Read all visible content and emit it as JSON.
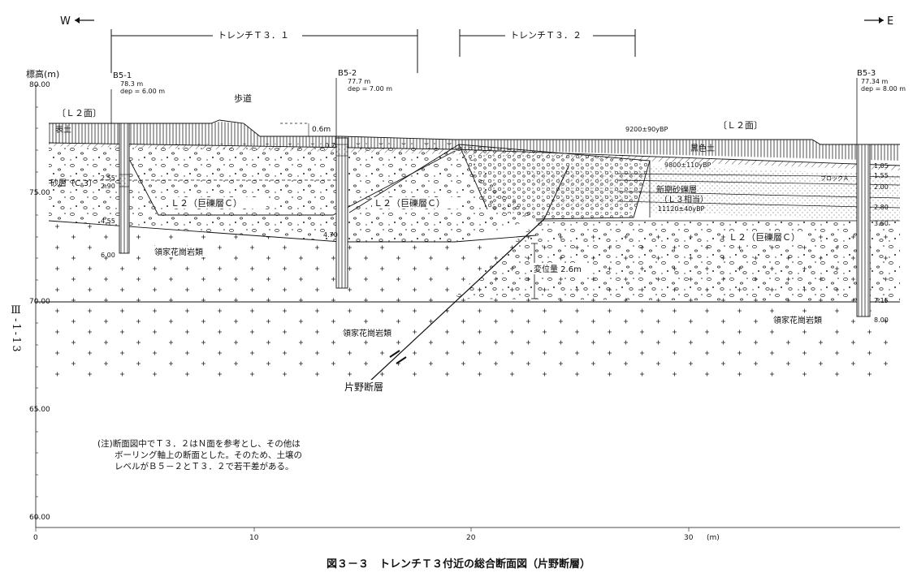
{
  "directions": {
    "west": "W",
    "east": "E"
  },
  "trenches": {
    "t31": "トレンチＴ３．１",
    "t32": "トレンチＴ３．２"
  },
  "axis": {
    "y_title": "標高(m)",
    "y_ticks": [
      "80.00",
      "75.00",
      "70.00",
      "65.00",
      "60.00"
    ],
    "x_ticks": [
      "0",
      "10",
      "20",
      "30"
    ],
    "x_unit": "(m)"
  },
  "boreholes": {
    "b51": {
      "name": "B5-1",
      "elev": "78.3 m",
      "dep": "dep = 6.00 m",
      "depths": [
        "2.55",
        "2.90",
        "4.55",
        "6.00"
      ]
    },
    "b52": {
      "name": "B5-2",
      "elev": "77.7 m",
      "dep": "dep = 7.00 m",
      "depths": [
        "0.7",
        "4.70"
      ]
    },
    "b53": {
      "name": "B5-3",
      "elev": "77.34 m",
      "dep": "dep = 8.00 m",
      "depths": [
        "1.05",
        "1.55",
        "2.00",
        "2.80",
        "3.60",
        "7.15",
        "8.00"
      ]
    }
  },
  "labels": {
    "sidewalk": "歩道",
    "l2_surface_left": "〔Ｌ２面〕",
    "l2_surface_right": "〔Ｌ２面〕",
    "topsoil": "表土",
    "sand_layer": "砂層〔C-3〕",
    "offset_06": "0.6m",
    "age_9200": "9200±90yBP",
    "black_soil": "黒色土",
    "age_9800": "9800±110yBP",
    "age_11120": "11120±40yBP",
    "new_gravel": "新期砂礫層",
    "l3_equiv": "（Ｌ３相当）",
    "block_a": "ブロックＡ",
    "l2_gravel_1": "Ｌ２（巨礫層Ｃ）",
    "l2_gravel_2": "Ｌ２（巨礫層Ｃ）",
    "l2_gravel_3": "Ｌ２（巨礫層Ｃ）",
    "granite_1": "領家花崗岩類",
    "granite_2": "領家花崗岩類",
    "granite_3": "領家花崗岩類",
    "displacement": "変位量 2.6m",
    "fault": "片野断層"
  },
  "note": "(注)断面図中でＴ３．２はＮ面を参考とし、その他は\n　　ボーリング軸上の断面とした。そのため、土壌の\n　　レベルがＢ５－２とＴ３．２で若干差がある。",
  "side_label": "Ⅲ-1-13",
  "caption": "図３－３　トレンチＴ３付近の総合断面図（片野断層）"
}
